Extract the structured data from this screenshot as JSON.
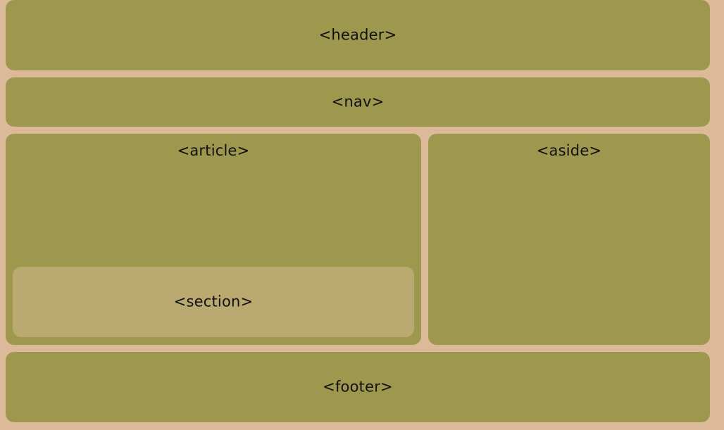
{
  "layout_blocks": {
    "header": "<header>",
    "nav": "<nav>",
    "article": "<article>",
    "section": "<section>",
    "aside": "<aside>",
    "footer": "<footer>"
  },
  "colors": {
    "background": "#dcb998",
    "block": "#9e974e",
    "section": "#baa970",
    "text": "#111111"
  }
}
